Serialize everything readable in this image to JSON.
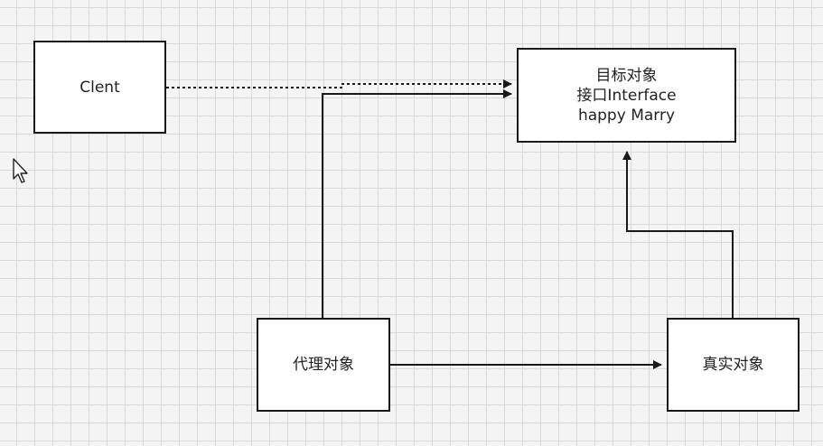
{
  "diagram": {
    "nodes": {
      "client": {
        "label": "Clent"
      },
      "target": {
        "lines": [
          "目标对象",
          "接口Interface",
          "happy Marry"
        ]
      },
      "proxy": {
        "label": "代理对象"
      },
      "real": {
        "label": "真实对象"
      }
    },
    "colors": {
      "grid_background": "#f4f4f4",
      "grid_line": "#d9d9d9",
      "stroke": "#1a1a1a",
      "node_fill": "#ffffff"
    }
  }
}
